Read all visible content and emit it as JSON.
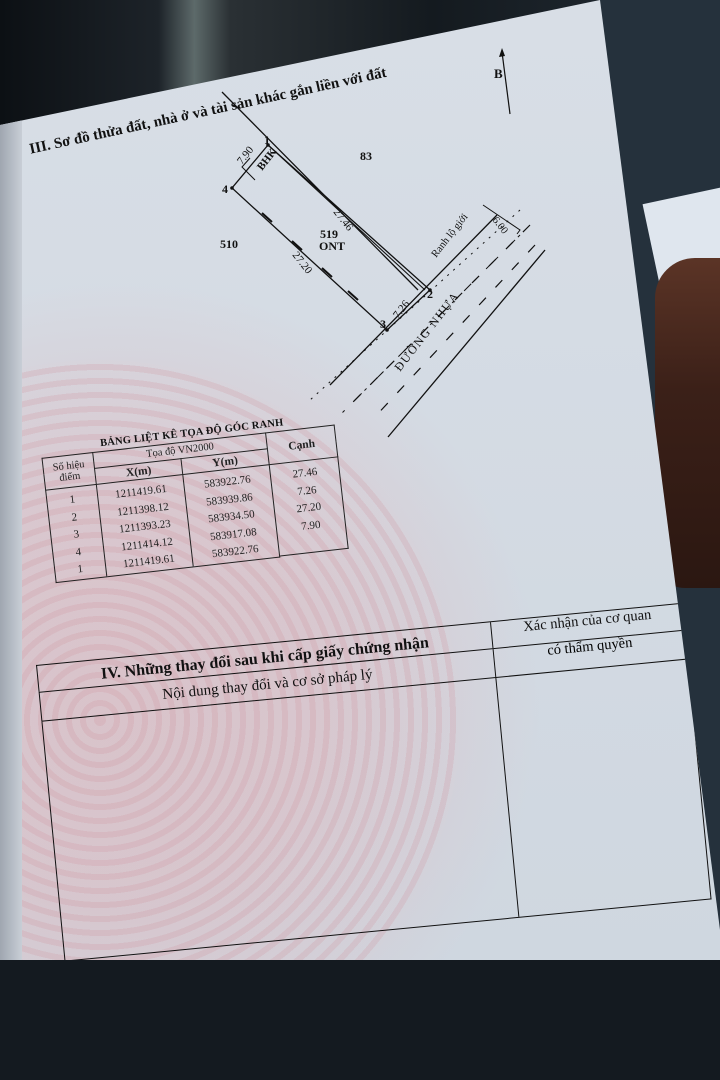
{
  "section3": {
    "title": "III. Sơ đồ thửa đất, nhà ở và tài sản khác gắn liền với đất",
    "north_label": "B"
  },
  "plot": {
    "parcel_number": "519",
    "land_type": "ONT",
    "neighbor_north": "83",
    "neighbor_west": "510",
    "easement_label": "BHK",
    "boundary_label": "Ranh lộ giới",
    "road_name": "ĐƯỜNG NHỰA",
    "road_width": "6.00",
    "points": [
      "1",
      "2",
      "3",
      "4"
    ],
    "edges": {
      "e12": "27.46",
      "e23": "7.26",
      "e34": "27.20",
      "e41": "7.90"
    }
  },
  "coord_table": {
    "title": "BẢNG LIỆT KÊ TỌA ĐỘ GÓC RANH",
    "header_point": "Số hiệu điểm",
    "header_coords": "Tọa độ VN2000",
    "header_x": "X(m)",
    "header_y": "Y(m)",
    "header_edge": "Cạnh",
    "rows": [
      {
        "point": "1",
        "x": "1211419.61",
        "y": "583922.76",
        "edge": "27.46"
      },
      {
        "point": "2",
        "x": "1211398.12",
        "y": "583939.86",
        "edge": "7.26"
      },
      {
        "point": "3",
        "x": "1211393.23",
        "y": "583934.50",
        "edge": "27.20"
      },
      {
        "point": "4",
        "x": "1211414.12",
        "y": "583917.08",
        "edge": "7.90"
      },
      {
        "point": "1",
        "x": "1211419.61",
        "y": "583922.76",
        "edge": ""
      }
    ]
  },
  "section4": {
    "title": "IV. Những thay đổi sau khi cấp giấy chứng nhận",
    "content_header": "Nội dung thay đổi và cơ sở pháp lý",
    "confirm_header_line1": "Xác nhận của cơ quan",
    "confirm_header_line2": "có thẩm quyền"
  }
}
